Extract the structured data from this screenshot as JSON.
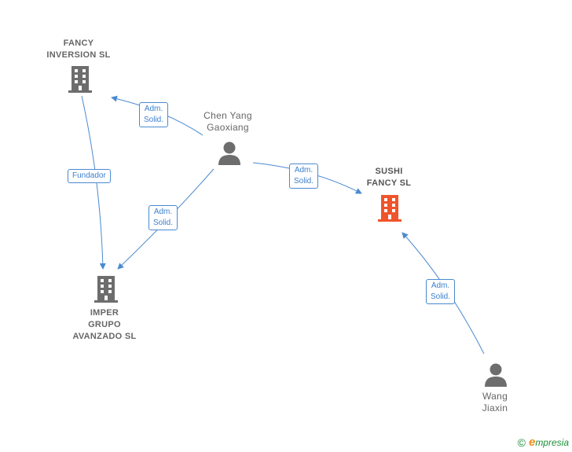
{
  "nodes": {
    "fancy_inversion": {
      "label": "FANCY\nINVERSION  SL",
      "kind": "company",
      "color": "#6d6d6d"
    },
    "sushi_fancy": {
      "label": "SUSHI\nFANCY  SL",
      "kind": "company",
      "color": "#f0542a"
    },
    "imper_grupo": {
      "label": "IMPER\nGRUPO\nAVANZADO  SL",
      "kind": "company",
      "color": "#6d6d6d"
    },
    "chen_yang": {
      "label": "Chen Yang\nGaoxiang",
      "kind": "person",
      "color": "#6d6d6d"
    },
    "wang_jiaxin": {
      "label": "Wang\nJiaxin",
      "kind": "person",
      "color": "#6d6d6d"
    }
  },
  "edges": [
    {
      "from": "chen_yang",
      "to": "fancy_inversion",
      "label": "Adm.\nSolid."
    },
    {
      "from": "chen_yang",
      "to": "sushi_fancy",
      "label": "Adm.\nSolid."
    },
    {
      "from": "chen_yang",
      "to": "imper_grupo",
      "label": "Adm.\nSolid."
    },
    {
      "from": "fancy_inversion",
      "to": "imper_grupo",
      "label": "Fundador"
    },
    {
      "from": "wang_jiaxin",
      "to": "sushi_fancy",
      "label": "Adm.\nSolid."
    }
  ],
  "edge_color": "#4a8ad0",
  "footer": {
    "copyright": "©",
    "brand_initial": "e",
    "brand_rest": "mpresia"
  }
}
